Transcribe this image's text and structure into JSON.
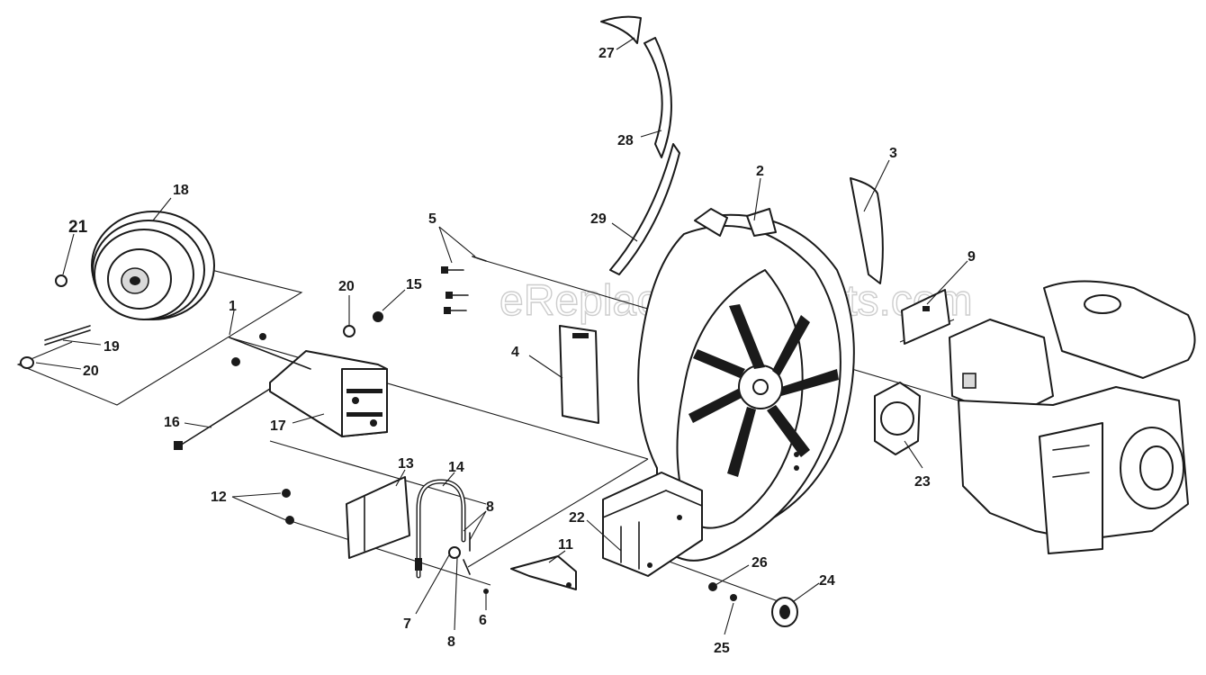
{
  "watermark": "eReplacementParts.com",
  "callouts": {
    "c27": "27",
    "c28": "28",
    "c29": "29",
    "c2": "2",
    "c3": "3",
    "c5": "5",
    "c18": "18",
    "c21": "21",
    "c20a": "20",
    "c15": "15",
    "c1": "1",
    "c19": "19",
    "c20b": "20",
    "c16": "16",
    "c17": "17",
    "c9": "9",
    "c4": "4",
    "c23": "23",
    "c12": "12",
    "c13": "13",
    "c14": "14",
    "c8a": "8",
    "c22": "22",
    "c11": "11",
    "c26": "26",
    "c24": "24",
    "c7": "7",
    "c8b": "8",
    "c6": "6",
    "c25": "25"
  }
}
